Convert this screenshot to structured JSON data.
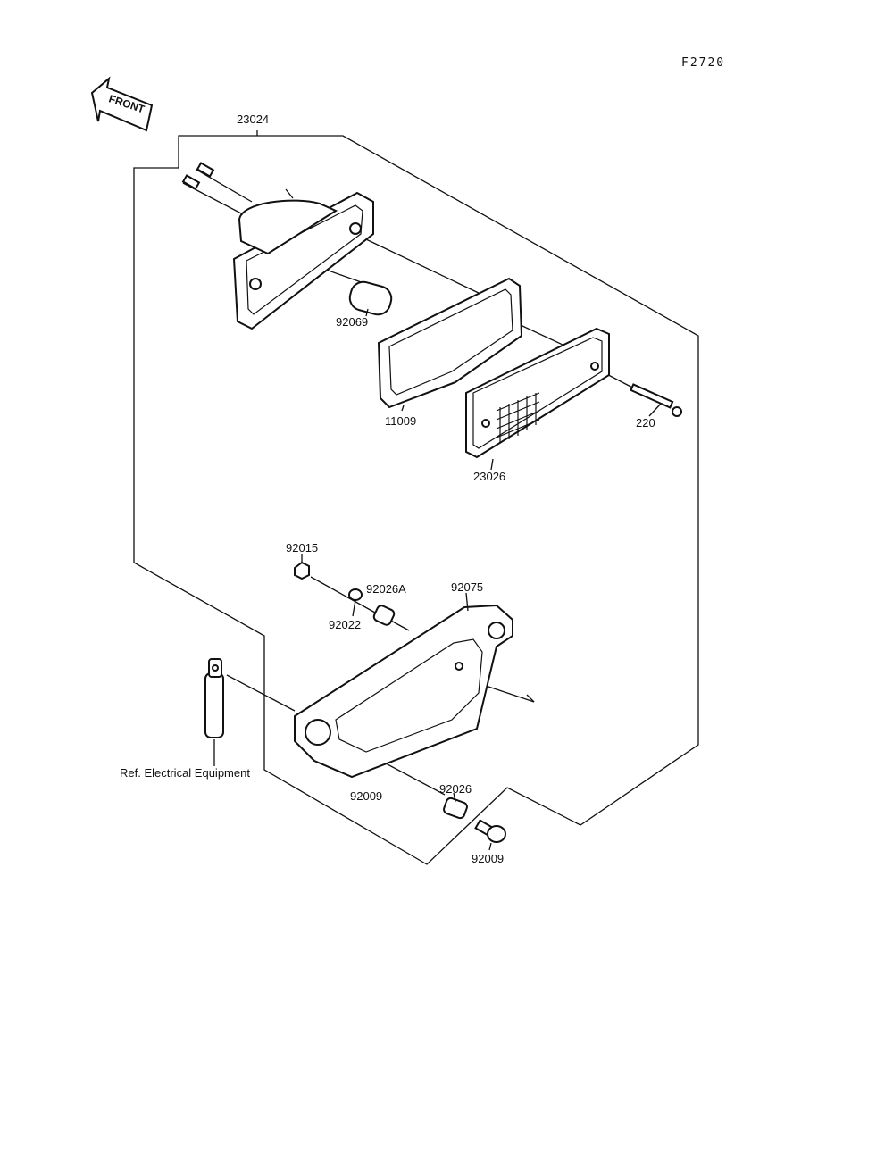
{
  "figure_code": "F2720",
  "front_label": "FRONT",
  "parts": [
    {
      "id": "p-23024",
      "label": "23024"
    },
    {
      "id": "p-92069",
      "label": "92069"
    },
    {
      "id": "p-11009",
      "label": "11009"
    },
    {
      "id": "p-220",
      "label": "220"
    },
    {
      "id": "p-23026",
      "label": "23026"
    },
    {
      "id": "p-92015",
      "label": "92015"
    },
    {
      "id": "p-92026A",
      "label": "92026A"
    },
    {
      "id": "p-92075",
      "label": "92075"
    },
    {
      "id": "p-92022",
      "label": "92022"
    },
    {
      "id": "p-ref",
      "label": "Ref. Electrical Equipment"
    },
    {
      "id": "p-92009a",
      "label": "92009"
    },
    {
      "id": "p-92026",
      "label": "92026"
    },
    {
      "id": "p-92009b",
      "label": "92009"
    }
  ]
}
